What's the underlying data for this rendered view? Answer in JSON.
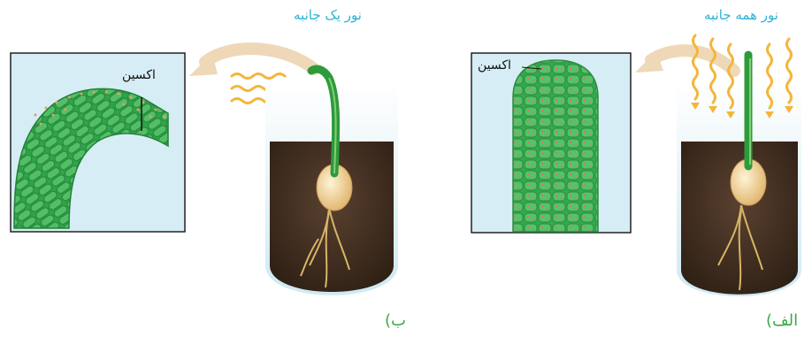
{
  "panels": {
    "left": {
      "letter": "ب)",
      "light_label": "نور یک جانبه",
      "auxin_label": "اکسین"
    },
    "right": {
      "letter": "الف)",
      "light_label": "نور همه جانبه",
      "auxin_label": "اکسین"
    }
  },
  "colors": {
    "light_label": "#2bb3d6",
    "panel_letter": "#3aa84a",
    "sky": "#cfe9f2",
    "soil": "#3b2a1c",
    "stem": "#2f9a3a",
    "cells": "#3fb457",
    "light_wave": "#f4b63a",
    "arrow": "#f2ddc0"
  }
}
